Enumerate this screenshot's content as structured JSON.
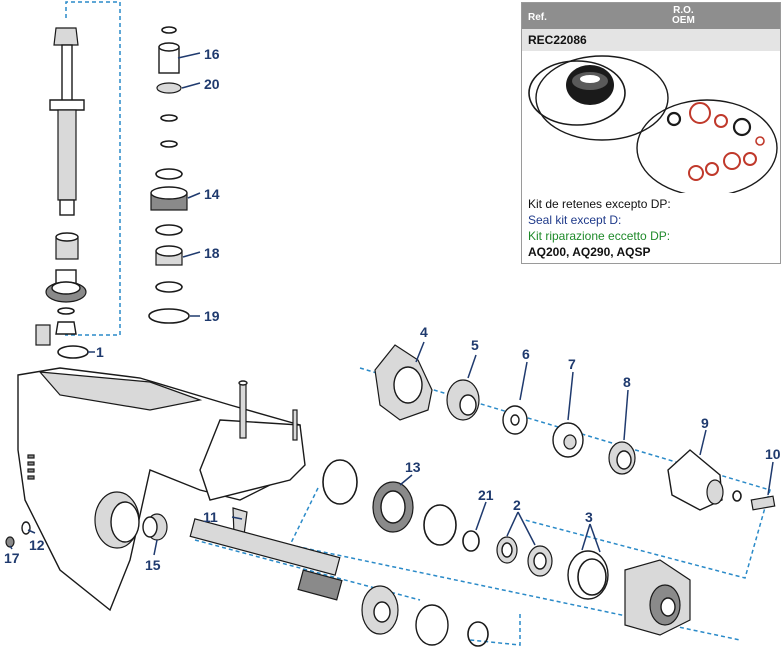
{
  "ref_box": {
    "ref_label": "Ref.",
    "oem_label_line1": "R.O.",
    "oem_label_line2": "OEM",
    "code": "REC22086",
    "desc_es": "Kit de retenes excepto DP:",
    "desc_en": "Seal kit except D:",
    "desc_it": "Kit riparazione eccetto DP:",
    "models": "AQ200, AQ290, AQSP",
    "colors": {
      "header_bg": "#8e8e8e",
      "code_bg": "#e4e4e4",
      "english_text": "#1f3a8a",
      "italian_text": "#1f8a2a",
      "seal_red": "#c0392b"
    }
  },
  "part_labels": {
    "p1": "1",
    "p2": "2",
    "p3": "3",
    "p4": "4",
    "p5": "5",
    "p6": "6",
    "p7": "7",
    "p8": "8",
    "p9": "9",
    "p10": "10",
    "p11": "11",
    "p12": "12",
    "p13": "13",
    "p14": "14",
    "p15": "15",
    "p16": "16",
    "p17": "17",
    "p18": "18",
    "p19": "19",
    "p20": "20",
    "p21": "21"
  },
  "colors": {
    "label": "#1f3a6e",
    "dashed_line": "#2a8ac8"
  }
}
